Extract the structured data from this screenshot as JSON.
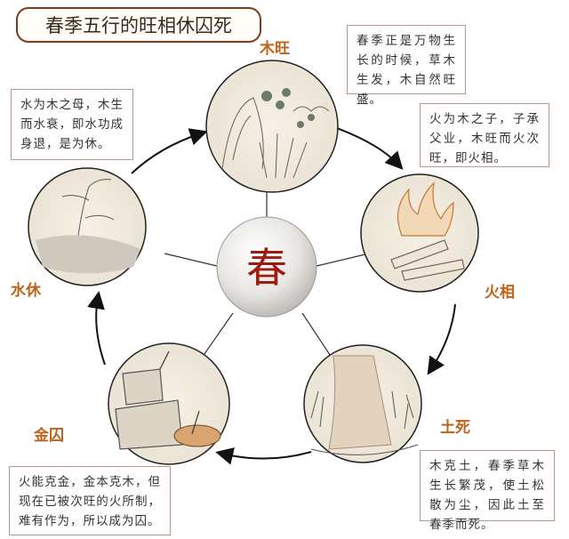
{
  "title": "春季五行的旺相休囚死",
  "center": "春",
  "nodes": [
    {
      "key": "wood",
      "label": "木旺",
      "note": "春季正是万物生长的时候，草木生发，木自然旺盛。"
    },
    {
      "key": "fire",
      "label": "火相",
      "note": "火为木之子，子承父业，木旺而火次旺，即火相。"
    },
    {
      "key": "earth",
      "label": "土死",
      "note": "木克土，春季草木生长繁茂，使土松散为尘，因此土至春季而死。"
    },
    {
      "key": "metal",
      "label": "金囚",
      "note": "火能克金，金本克木，但现在已被次旺的火所制，难有作为，所以成为囚。"
    },
    {
      "key": "water",
      "label": "水休",
      "note": "水为木之母，木生而水衰，即水功成身退，是为休。"
    }
  ],
  "colors": {
    "label": "#c0631a",
    "title_border": "#7a3a1c",
    "center_text": "#a01a10"
  }
}
